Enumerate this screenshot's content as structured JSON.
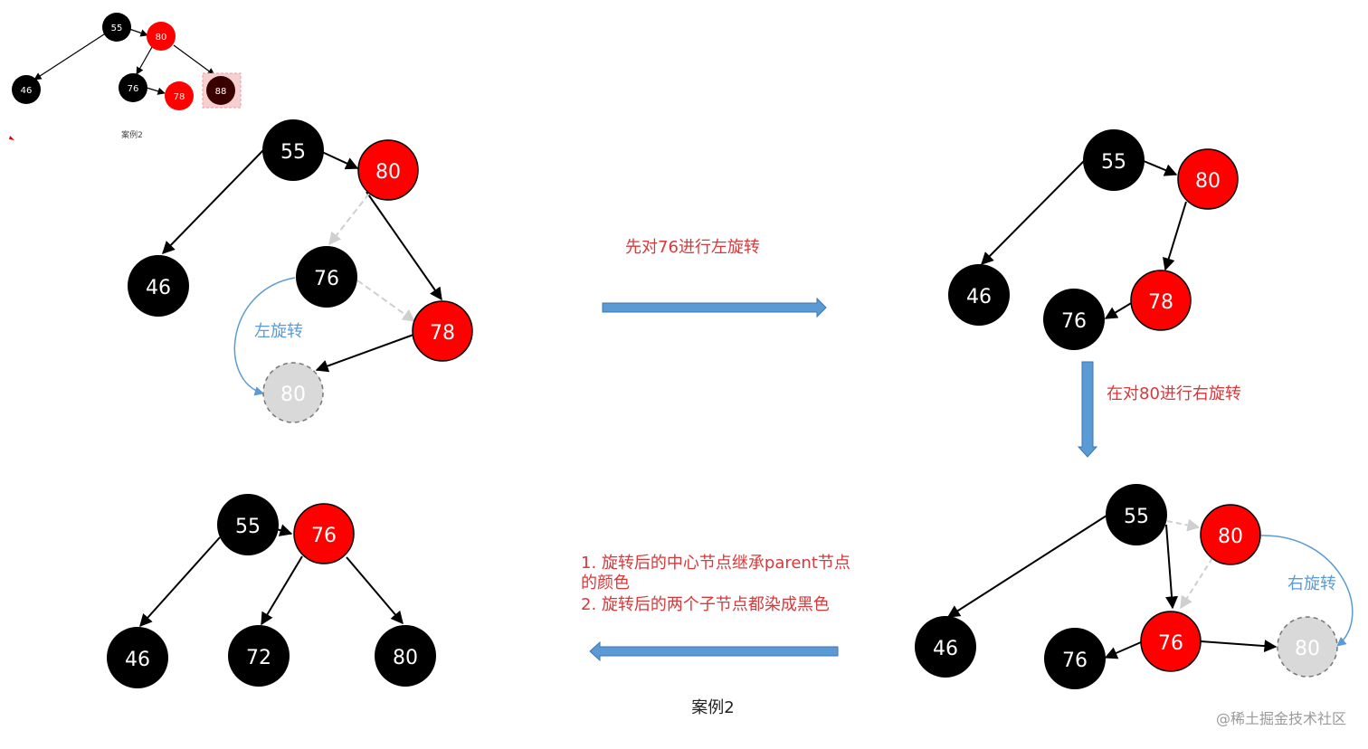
{
  "thumbnail": {
    "nodes": {
      "n55": {
        "value": "55",
        "color": "black"
      },
      "n80": {
        "value": "80",
        "color": "red"
      },
      "n46": {
        "value": "46",
        "color": "black"
      },
      "n76": {
        "value": "76",
        "color": "black"
      },
      "n78": {
        "value": "78",
        "color": "red"
      },
      "n88": {
        "value": "88",
        "color": "darkred"
      }
    },
    "caption": "案例2"
  },
  "diagram1": {
    "nodes": {
      "n55": {
        "value": "55",
        "color": "black"
      },
      "n80": {
        "value": "80",
        "color": "red"
      },
      "n46": {
        "value": "46",
        "color": "black"
      },
      "n76": {
        "value": "76",
        "color": "black"
      },
      "n78": {
        "value": "78",
        "color": "red"
      },
      "n80ghost": {
        "value": "80",
        "color": "ghost"
      }
    },
    "rotation_label": "左旋转"
  },
  "step1_label": "先对76进行左旋转",
  "diagram2": {
    "nodes": {
      "n55": {
        "value": "55",
        "color": "black"
      },
      "n80": {
        "value": "80",
        "color": "red"
      },
      "n46": {
        "value": "46",
        "color": "black"
      },
      "n78": {
        "value": "78",
        "color": "red"
      },
      "n76": {
        "value": "76",
        "color": "black"
      }
    }
  },
  "step2_label": "在对80进行右旋转",
  "diagram3": {
    "nodes": {
      "n55": {
        "value": "55",
        "color": "black"
      },
      "n80": {
        "value": "80",
        "color": "red"
      },
      "n46": {
        "value": "46",
        "color": "black"
      },
      "n76red": {
        "value": "76",
        "color": "red"
      },
      "n76": {
        "value": "76",
        "color": "black"
      },
      "n80ghost": {
        "value": "80",
        "color": "ghost"
      }
    },
    "rotation_label": "右旋转"
  },
  "step3_notes": {
    "line1": "1. 旋转后的中心节点继承parent节点",
    "line2": "的颜色",
    "line3": "2. 旋转后的两个子节点都染成黑色"
  },
  "diagram4": {
    "nodes": {
      "n55": {
        "value": "55",
        "color": "black"
      },
      "n76": {
        "value": "76",
        "color": "red"
      },
      "n46": {
        "value": "46",
        "color": "black"
      },
      "n72": {
        "value": "72",
        "color": "black"
      },
      "n80": {
        "value": "80",
        "color": "black"
      }
    }
  },
  "caption": "案例2",
  "watermark": "@稀土掘金技术社区",
  "colors": {
    "black_node": "#000000",
    "red_node": "#ff0000",
    "ghost_node": "#d9d9d9",
    "arrow_blue": "#4a86c5",
    "text_red": "#d9383a",
    "text_blue": "#5b9bd5"
  }
}
